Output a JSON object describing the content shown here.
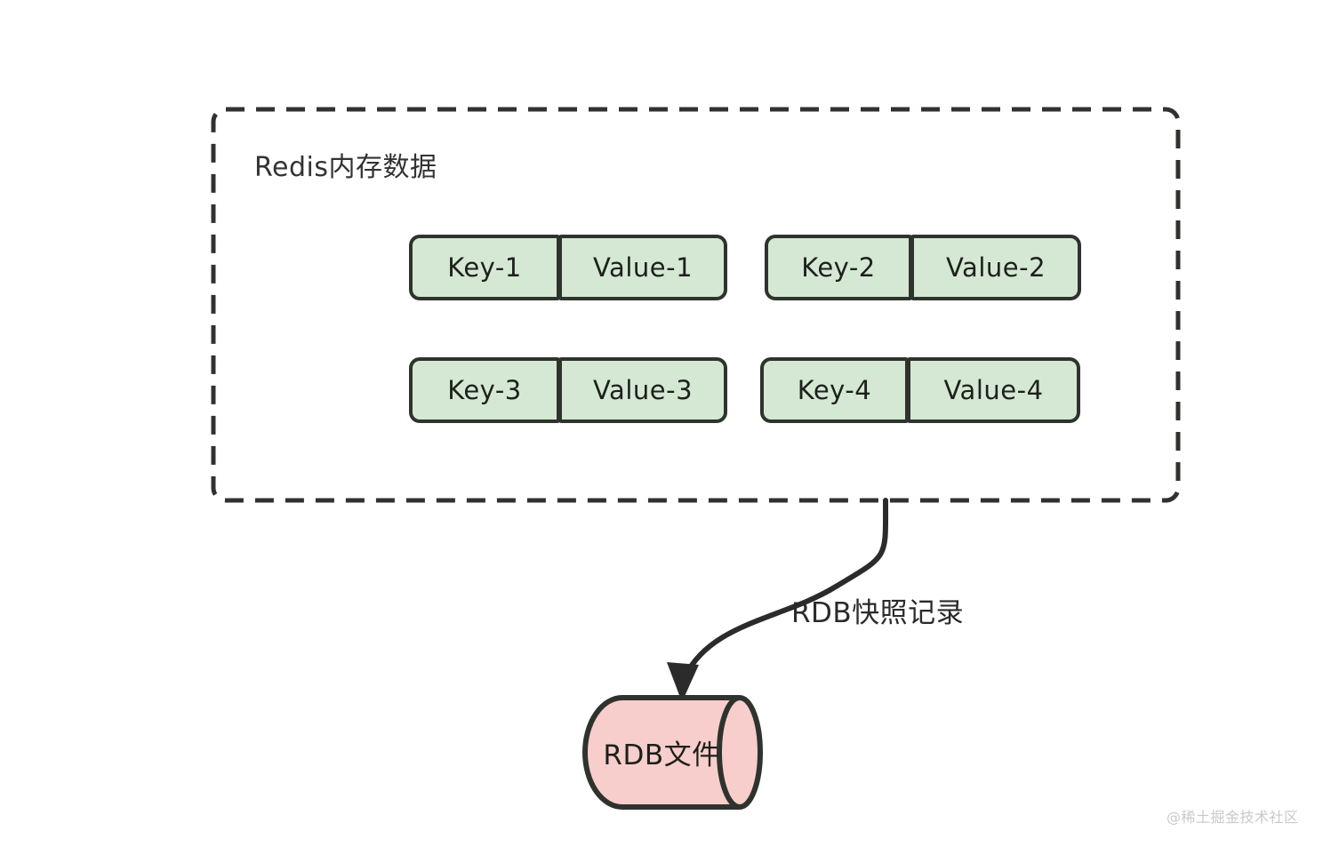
{
  "diagram": {
    "container": {
      "label": "Redis内存数据",
      "border_style": "dashed",
      "border_color": "#2f332e"
    },
    "kv_entries": [
      {
        "key": "Key-1",
        "value": "Value-1"
      },
      {
        "key": "Key-2",
        "value": "Value-2"
      },
      {
        "key": "Key-3",
        "value": "Value-3"
      },
      {
        "key": "Key-4",
        "value": "Value-4"
      }
    ],
    "arrow": {
      "label": "RDB快照记录",
      "color": "#2b2b2b"
    },
    "storage": {
      "label": "RDB文件",
      "shape": "cylinder",
      "fill": "#f8cecc",
      "stroke": "#2f332e"
    },
    "colors": {
      "kv_fill": "#d5e8d4",
      "kv_stroke": "#2f332e",
      "background": "#ffffff",
      "text": "#1d201c"
    },
    "watermark": "@稀土掘金技术社区"
  }
}
